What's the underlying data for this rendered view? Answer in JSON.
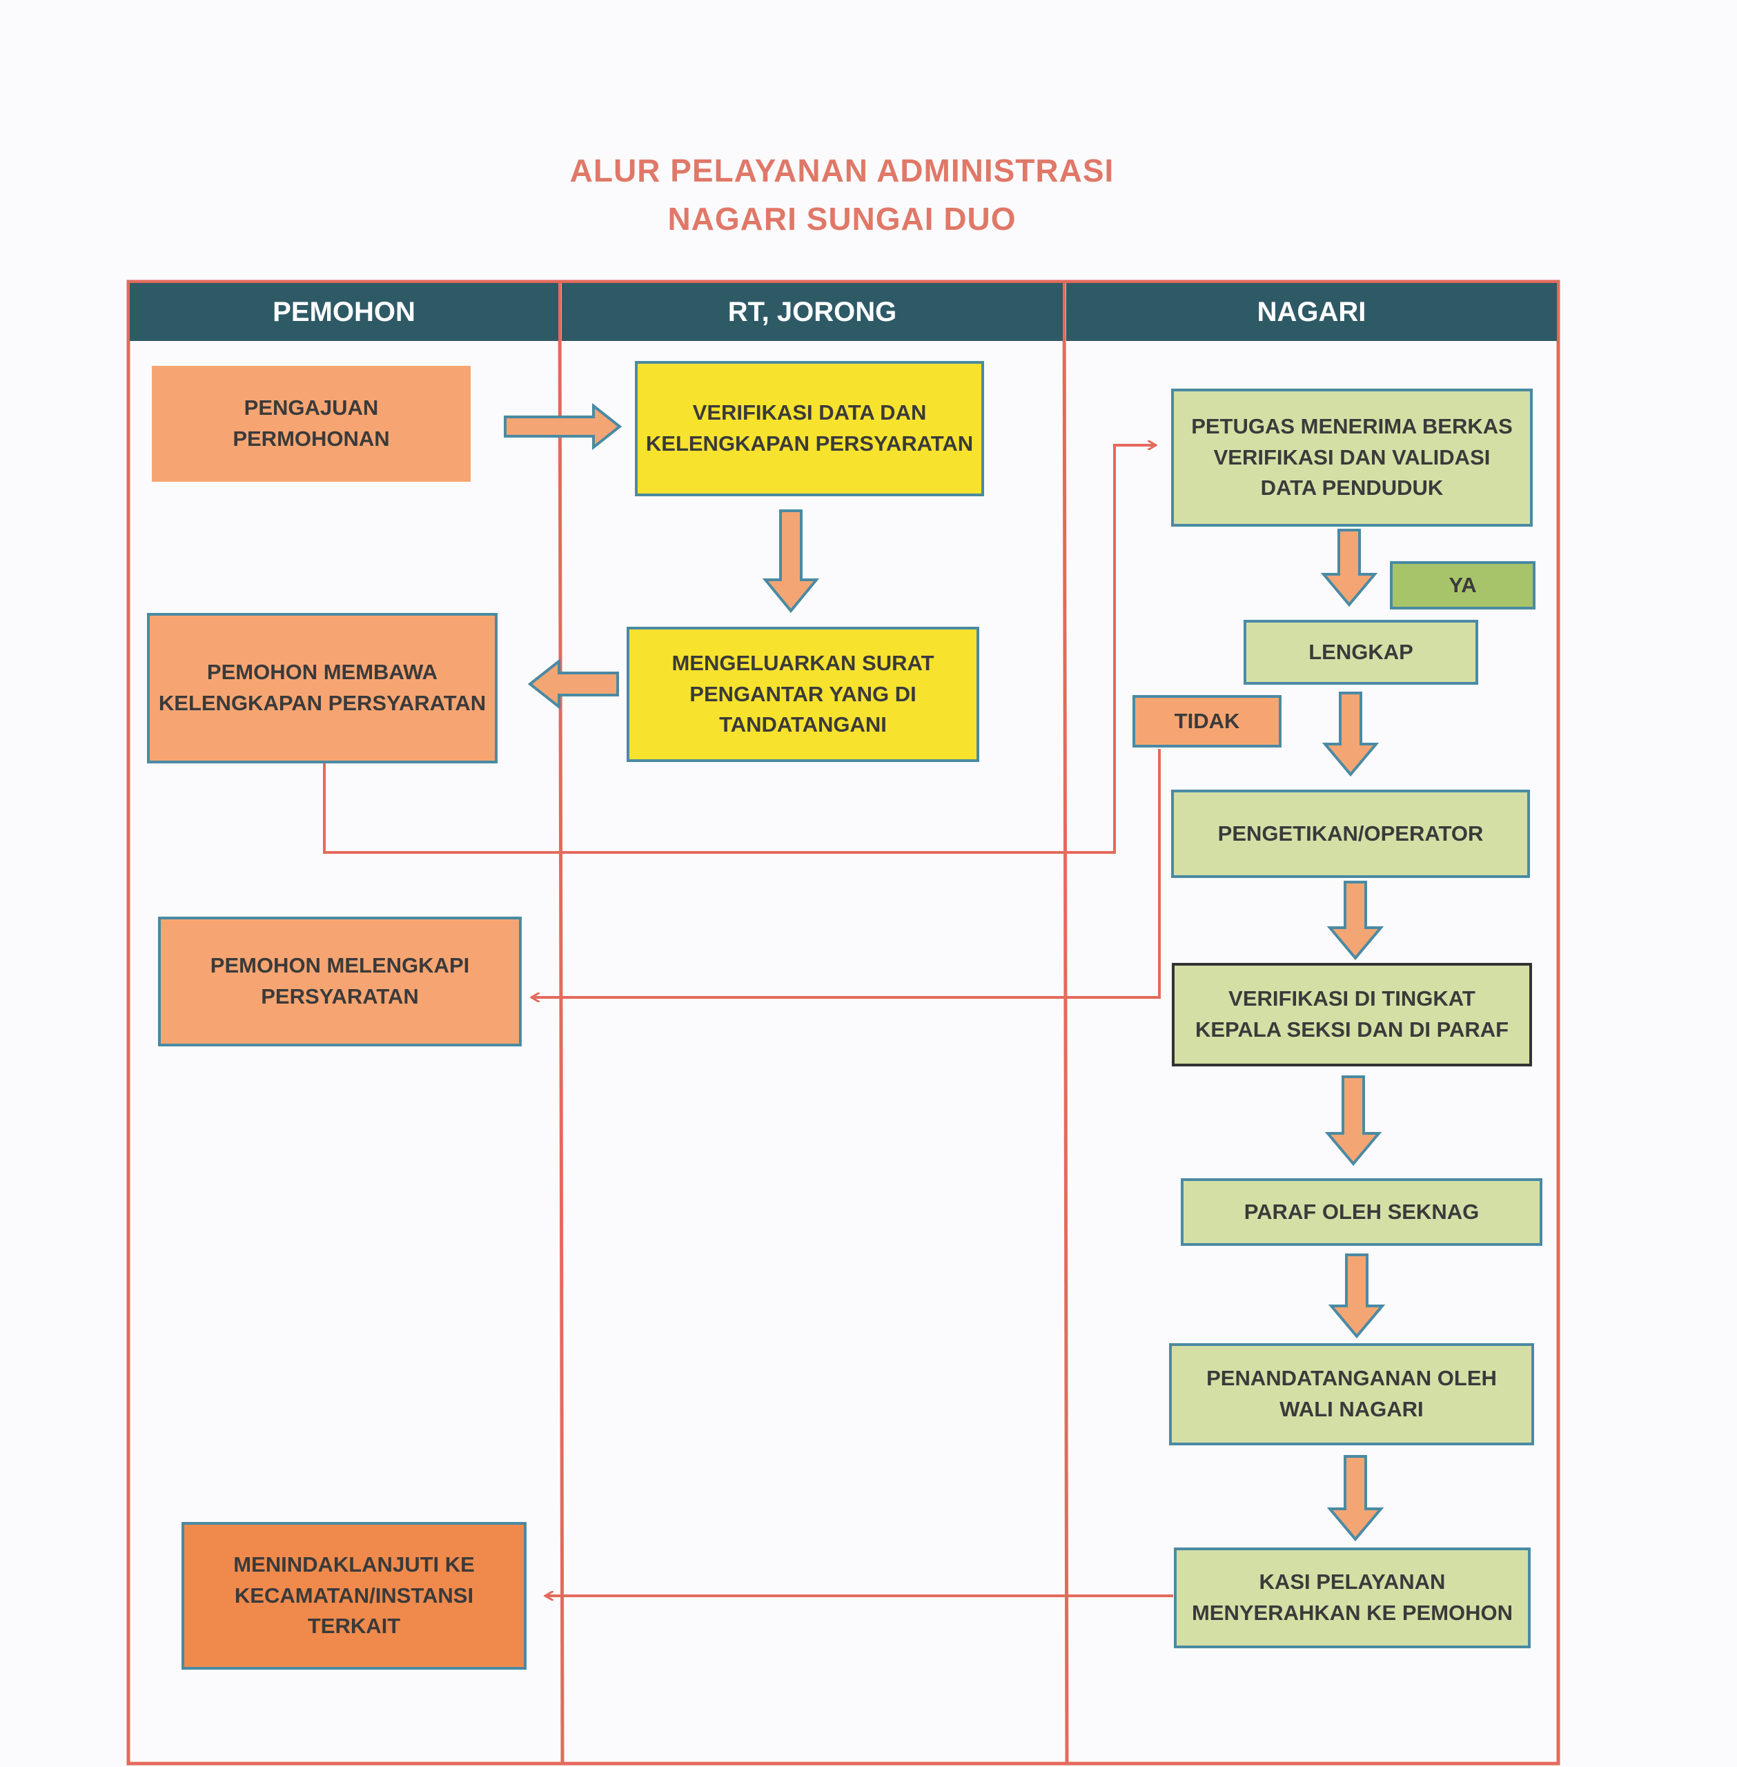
{
  "title": {
    "line1": "ALUR PELAYANAN ADMINISTRASI",
    "line2": "NAGARI SUNGAI DUO"
  },
  "lanes": [
    "PEMOHON",
    "RT, JORONG",
    "NAGARI"
  ],
  "boxes": {
    "pengajuan": "PENGAJUAN\nPERMOHONAN",
    "verifikasi_data": "VERIFIKASI DATA DAN\nKELENGKAPAN PERSYARATAN",
    "mengeluarkan": "MENGELUARKAN SURAT\nPENGANTAR YANG DI\nTANDATANGANI",
    "membawa": "PEMOHON MEMBAWA\nKELENGKAPAN PERSYARATAN",
    "melengkapi": "PEMOHON MELENGKAPI\nPERSYARATAN",
    "menindaklanjuti": "MENINDAKLANJUTI KE\nKECAMATAN/INSTANSI\nTERKAIT",
    "petugas": "PETUGAS MENERIMA BERKAS\nVERIFIKASI DAN VALIDASI\nDATA PENDUDUK",
    "ya": "YA",
    "lengkap": "LENGKAP",
    "tidak": "TIDAK",
    "pengetikan": "PENGETIKAN/OPERATOR",
    "verifikasi_tingkat": "VERIFIKASI DI TINGKAT\nKEPALA SEKSI DAN  DI PARAF",
    "paraf": "PARAF OLEH SEKNAG",
    "penandatanganan": "PENANDATANGANAN OLEH\nWALI NAGARI",
    "kasi": "KASI PELAYANAN\nMENYERAHKAN KE PEMOHON"
  },
  "colors": {
    "frame": "#e46a5c",
    "header": "#2e5a66",
    "arrow_fill": "#f4a574",
    "arrow_stroke": "#4a8aa3"
  }
}
